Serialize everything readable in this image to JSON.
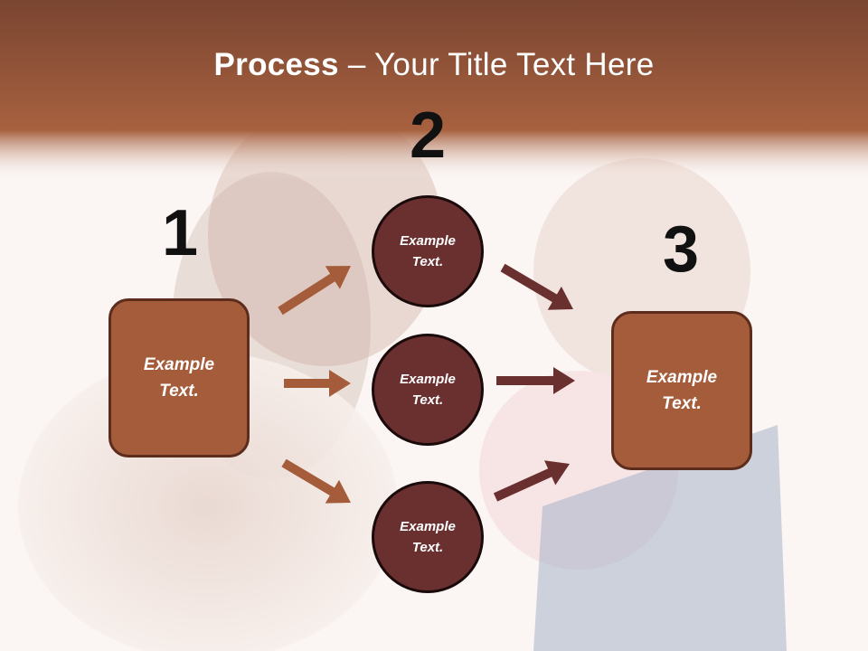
{
  "title": {
    "bold": "Process",
    "rest": " – Your Title Text Here"
  },
  "colors": {
    "header_band": "#a45c3b",
    "box_fill": "#a45c3b",
    "box_border": "#5c2c1c",
    "circle_fill": "#6a3030",
    "arrow_left": "#a45c3b",
    "arrow_right": "#6a3030"
  },
  "steps": [
    {
      "number": "1",
      "label": "Example\nText."
    },
    {
      "number": "2",
      "label": "Example\nText."
    },
    {
      "number": "3",
      "label": "Example\nText."
    }
  ],
  "circles": [
    {
      "label": "Example\nText."
    },
    {
      "label": "Example\nText."
    },
    {
      "label": "Example\nText."
    }
  ],
  "arrow_icons": [
    "arrow-up-right-icon",
    "arrow-right-icon",
    "arrow-down-right-icon",
    "arrow-down-right-icon",
    "arrow-right-icon",
    "arrow-up-right-icon"
  ]
}
